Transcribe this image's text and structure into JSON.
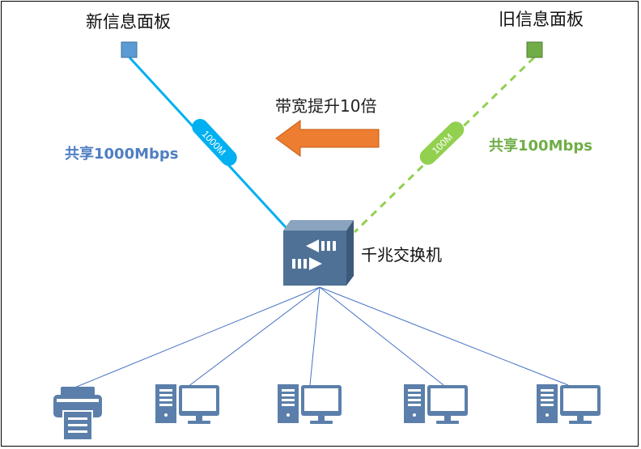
{
  "new_panel": {
    "label": "新信息面板",
    "color": "#5b9bd5",
    "link_label": "1000M",
    "link_color": "#00b0f0"
  },
  "old_panel": {
    "label": "旧信息面板",
    "color": "#70ad47",
    "link_label": "100M",
    "link_color": "#92d050"
  },
  "new_speed": "共享1000Mbps",
  "old_speed": "共享100Mbps",
  "upgrade_note": "带宽提升10倍",
  "arrow_color": "#ed7d31",
  "switch": {
    "label": "千兆交换机",
    "color": "#4f7196"
  },
  "devices": [
    {
      "icon": "printer-icon"
    },
    {
      "icon": "desktop-computer-icon"
    },
    {
      "icon": "desktop-computer-icon"
    },
    {
      "icon": "desktop-computer-icon"
    },
    {
      "icon": "desktop-computer-icon"
    }
  ]
}
